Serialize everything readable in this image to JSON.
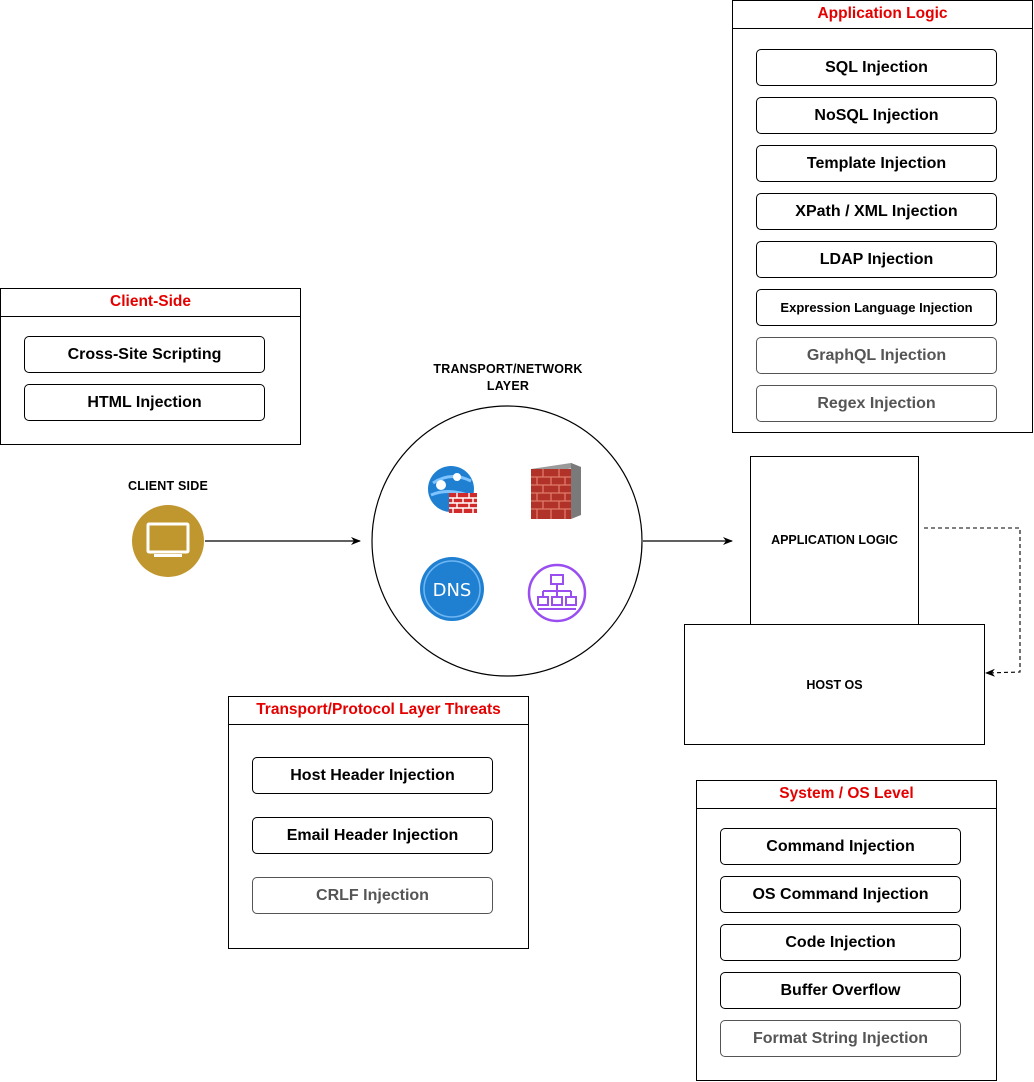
{
  "client_panel": {
    "title": "Client-Side",
    "items": [
      {
        "label": "Cross-Site Scripting"
      },
      {
        "label": "HTML Injection"
      }
    ]
  },
  "app_panel": {
    "title": "Application Logic",
    "items": [
      {
        "label": "SQL Injection"
      },
      {
        "label": "NoSQL Injection"
      },
      {
        "label": "Template Injection"
      },
      {
        "label": "XPath / XML Injection"
      },
      {
        "label": "LDAP Injection"
      },
      {
        "label": "Expression Language Injection"
      },
      {
        "label": "GraphQL Injection"
      },
      {
        "label": "Regex Injection"
      }
    ]
  },
  "transport_panel": {
    "title": "Transport/Protocol Layer Threats",
    "items": [
      {
        "label": "Host Header Injection"
      },
      {
        "label": "Email Header Injection"
      },
      {
        "label": "CRLF Injection"
      }
    ]
  },
  "system_panel": {
    "title": "System / OS Level",
    "items": [
      {
        "label": "Command Injection"
      },
      {
        "label": "OS Command Injection"
      },
      {
        "label": "Code Injection"
      },
      {
        "label": "Buffer Overflow"
      },
      {
        "label": "Format String Injection"
      }
    ]
  },
  "flow": {
    "client_label": "CLIENT SIDE",
    "transport_label": "TRANSPORT/NETWORK LAYER",
    "app_box_label": "APPLICATION LOGIC",
    "host_box_label": "HOST OS",
    "dns_text": "DNS"
  },
  "icons": {
    "client": "monitor-icon",
    "network": [
      "web-app-firewall-icon",
      "firewall-brick-icon",
      "dns-icon",
      "network-hierarchy-icon"
    ]
  },
  "colors": {
    "panel_title": "#e50000",
    "monitor_circle": "#c0972f",
    "dns_blue": "#1f7fd1",
    "hierarchy_purple": "#9a4ef0",
    "brick_red": "#c0392b"
  }
}
